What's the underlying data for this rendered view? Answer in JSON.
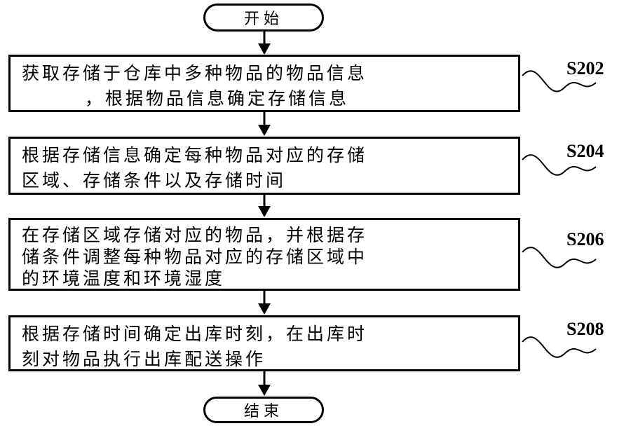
{
  "start_label": "开始",
  "end_label": "结束",
  "steps": [
    {
      "id": "S202",
      "lines": [
        "获取存储于仓库中多种物品的物品信息",
        "，根据物品信息确定存储信息"
      ]
    },
    {
      "id": "S204",
      "lines": [
        "根据存储信息确定每种物品对应的存储",
        "区域、存储条件以及存储时间"
      ]
    },
    {
      "id": "S206",
      "lines": [
        "在存储区域存储对应的物品，并根据存",
        "储条件调整每种物品对应的存储区域中",
        "的环境温度和环境湿度"
      ]
    },
    {
      "id": "S208",
      "lines": [
        "根据存储时间确定出库时刻，在出库时",
        "刻对物品执行出库配送操作"
      ]
    }
  ]
}
